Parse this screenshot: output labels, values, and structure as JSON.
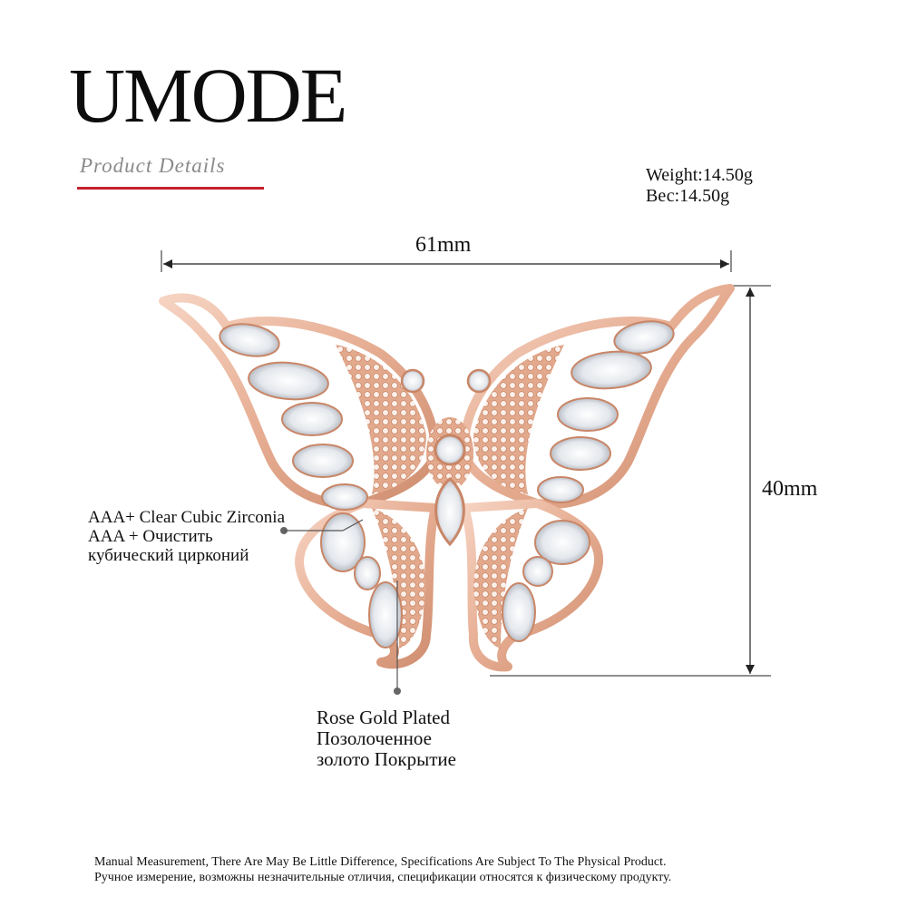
{
  "brand": {
    "name": "UMODE",
    "subtitle": "Product Details"
  },
  "specs": {
    "weight_en": "Weight:14.50g",
    "weight_ru": "Вес:14.50g"
  },
  "dimensions": {
    "width": "61mm",
    "height": "40mm"
  },
  "callouts": {
    "stone_en": "AAA+ Clear Cubic Zirconia",
    "stone_ru_1": "AAA + Очистить",
    "stone_ru_2": "кубический цирконий",
    "plating_en": "Rose Gold Plated",
    "plating_ru_1": "Позолоченное",
    "plating_ru_2": "золото Покрытие"
  },
  "footer": {
    "line_en": "Manual Measurement, There Are May Be Little Difference, Specifications Are Subject To The Physical Product.",
    "line_ru": "Ручное измерение, возможны незначительные отличия, спецификации относятся к физическому продукту."
  },
  "colors": {
    "rose_gold": "#e9b49c",
    "rose_gold_dark": "#c98667",
    "accent_red": "#c4222e"
  }
}
